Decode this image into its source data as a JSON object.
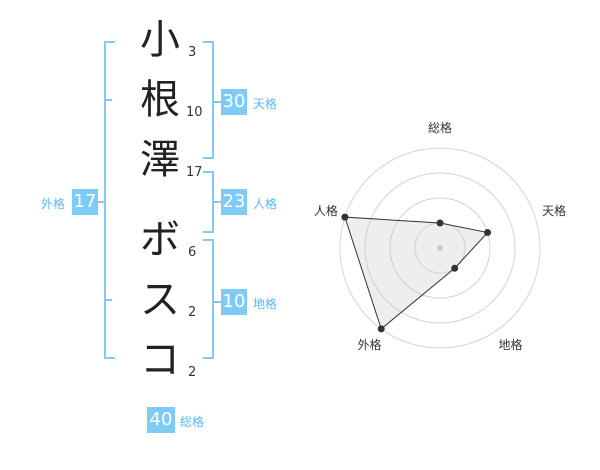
{
  "name_chars": [
    {
      "char": "小",
      "strokes": "3"
    },
    {
      "char": "根",
      "strokes": "10"
    },
    {
      "char": "澤",
      "strokes": "17"
    },
    {
      "char": "ボ",
      "strokes": "6"
    },
    {
      "char": "ス",
      "strokes": "2"
    },
    {
      "char": "コ",
      "strokes": "2"
    }
  ],
  "fortunes": {
    "tenkaku": {
      "label": "天格",
      "value": "30"
    },
    "jinkaku": {
      "label": "人格",
      "value": "23"
    },
    "chikaku": {
      "label": "地格",
      "value": "10"
    },
    "gaikaku": {
      "label": "外格",
      "value": "17"
    },
    "soukaku": {
      "label": "総格",
      "value": "40"
    }
  },
  "colors": {
    "accent": "#7ecbf5",
    "bracket": "#7ecbf5"
  },
  "chart_data": {
    "type": "radar",
    "axes": [
      "総格",
      "天格",
      "地格",
      "外格",
      "人格"
    ],
    "values": [
      1,
      2,
      1,
      4,
      4
    ],
    "rmax": 4
  }
}
